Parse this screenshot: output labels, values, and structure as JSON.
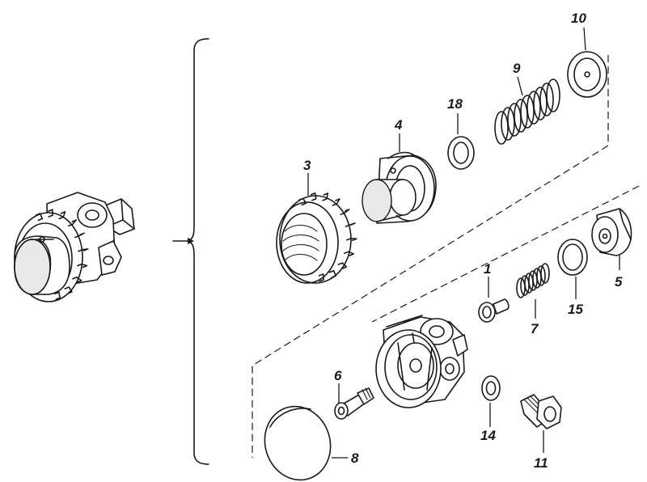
{
  "parts": [
    {
      "id": "p1",
      "label": "1"
    },
    {
      "id": "p3",
      "label": "3"
    },
    {
      "id": "p4",
      "label": "4"
    },
    {
      "id": "p5",
      "label": "5"
    },
    {
      "id": "p6",
      "label": "6"
    },
    {
      "id": "p7",
      "label": "7"
    },
    {
      "id": "p8",
      "label": "8"
    },
    {
      "id": "p9",
      "label": "9"
    },
    {
      "id": "p10",
      "label": "10"
    },
    {
      "id": "p11",
      "label": "11"
    },
    {
      "id": "p14",
      "label": "14"
    },
    {
      "id": "p15",
      "label": "15"
    },
    {
      "id": "p18",
      "label": "18"
    }
  ],
  "colors": {
    "line": "#1a1a1a",
    "background": "#ffffff"
  }
}
